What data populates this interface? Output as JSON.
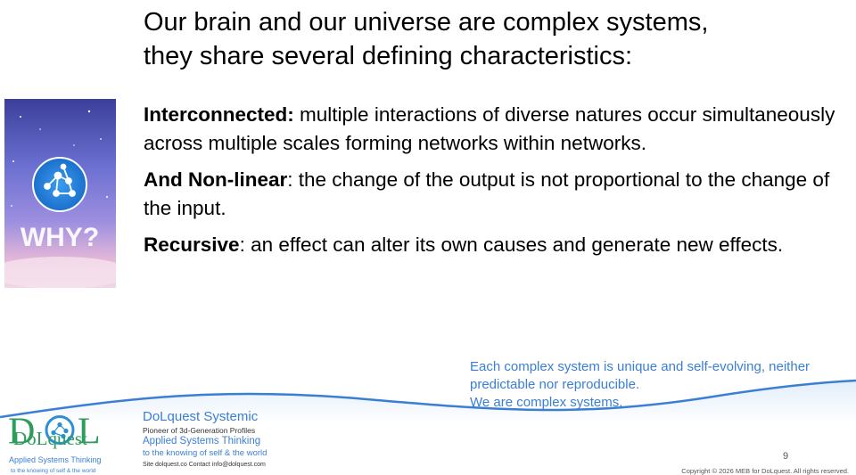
{
  "title": {
    "line1": "Our brain and our universe are complex systems,",
    "line2": "they share several defining characteristics:"
  },
  "image": {
    "label": "WHY?"
  },
  "bullets": [
    {
      "term": "Interconnected:",
      "text": " multiple interactions of diverse natures occur simultaneously across multiple scales forming networks within networks."
    },
    {
      "term": "And Non-linear",
      "text": ": the change of the output is not proportional to the change of the input."
    },
    {
      "term": "Recursive",
      "text": ": an effect can alter its own causes and generate new effects."
    }
  ],
  "note": {
    "line1": "Each complex system is unique and self-evolving, neither",
    "line2": "predictable nor reproducible.",
    "line3": "We are complex systems."
  },
  "logo": {
    "letters": "DOL",
    "name": "DoLquest",
    "tagline1": "Applied Systems Thinking",
    "tagline2": "to the knowing of self & the world"
  },
  "brand": {
    "title": "DoLquest Systemic",
    "sub": "Pioneer of 3d-Generation Profiles",
    "blue1": "Applied Systems Thinking",
    "blue2": "to the knowing of self & the world",
    "site": "Site dolquest.co Contact  info@dolquest.com"
  },
  "page_number": "9",
  "copyright": "Copyright © 2026 MEB for DoLquest. All rights reserved.",
  "colors": {
    "accent_blue": "#3a7fd4",
    "logo_green": "#2e9c5a",
    "logo_blue": "#2b8fd6"
  }
}
